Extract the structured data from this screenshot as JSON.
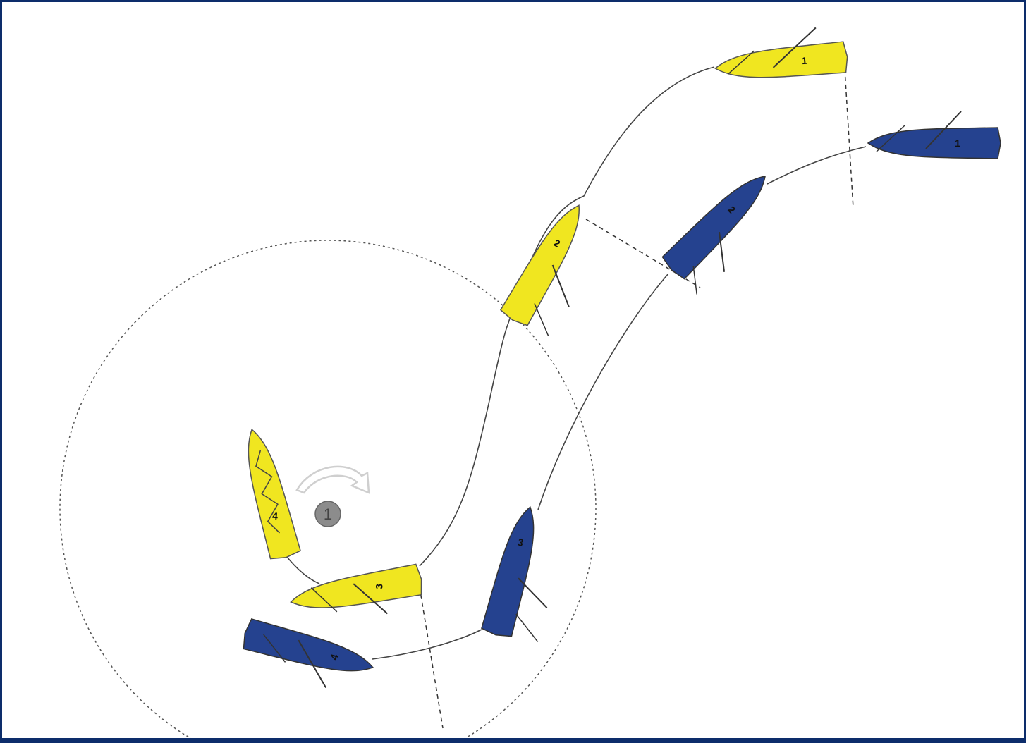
{
  "colors": {
    "frame": "#0d2d6b",
    "background": "#ffffff",
    "yellow_boat": "#f0e620",
    "blue_boat": "#25428f",
    "track": "#444444",
    "circle": "#555555",
    "marker": "#8c8c8c"
  },
  "yellow_boats": [
    {
      "label": "1"
    },
    {
      "label": "2"
    },
    {
      "label": "3"
    },
    {
      "label": "4"
    }
  ],
  "blue_boats": [
    {
      "label": "1"
    },
    {
      "label": "2"
    },
    {
      "label": "3"
    },
    {
      "label": "4"
    }
  ],
  "marker": {
    "label": "1"
  },
  "icons": {
    "turn_arrow": "curved-arrow-right-icon"
  }
}
